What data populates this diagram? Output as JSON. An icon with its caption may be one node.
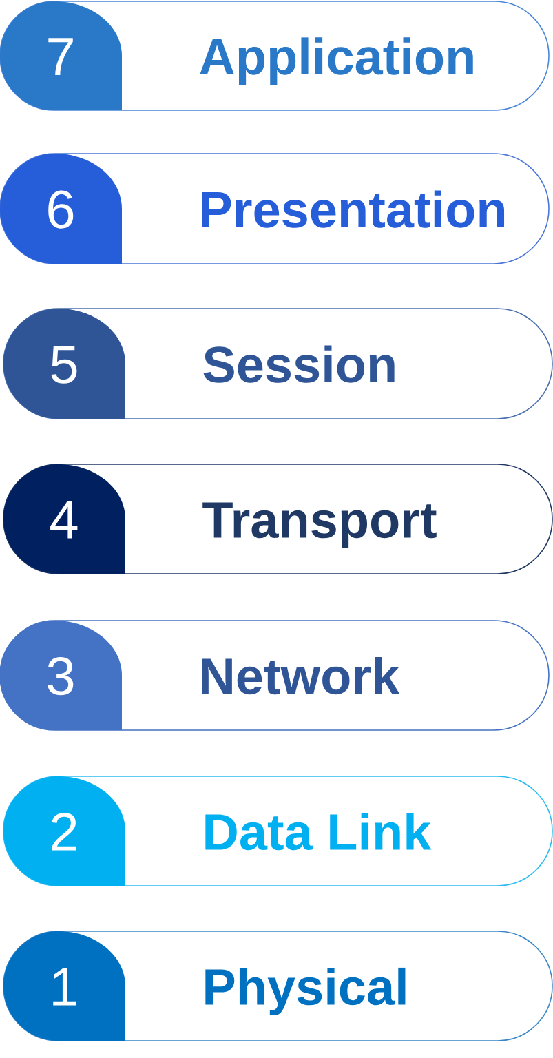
{
  "diagram": {
    "nodes": [
      {
        "text": [
          "Application"
        ]
      },
      {
        "text": [
          "7"
        ],
        "in": 0
      },
      {
        "text": [
          "Presentation"
        ]
      },
      {
        "text": [
          "6"
        ],
        "in": 2
      },
      {
        "text": [
          "Session"
        ]
      },
      {
        "text": [
          "5"
        ],
        "in": 4
      },
      {
        "text": [
          "Transport"
        ]
      },
      {
        "text": [
          "4"
        ],
        "in": 6
      },
      {
        "text": [
          "Network"
        ]
      },
      {
        "text": [
          "3"
        ],
        "in": 8
      },
      {
        "text": [
          "Data Link"
        ]
      },
      {
        "text": [
          "2"
        ],
        "in": 10
      },
      {
        "text": [
          "Physical"
        ]
      },
      {
        "text": [
          "1"
        ],
        "in": 12
      }
    ]
  }
}
